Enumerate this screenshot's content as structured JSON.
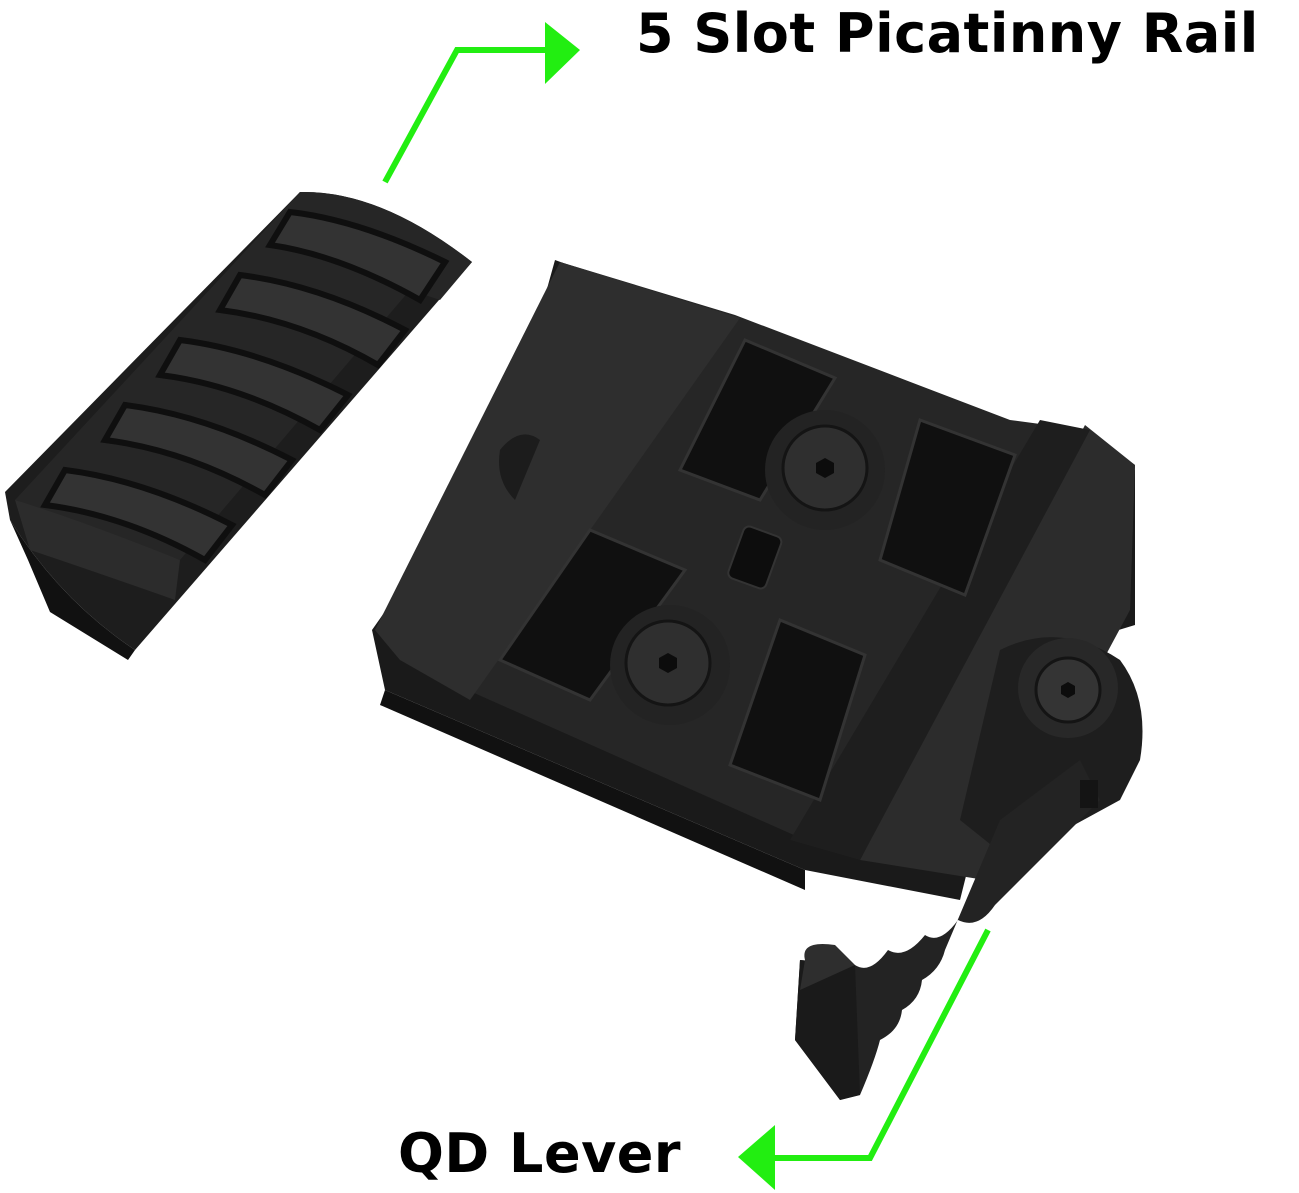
{
  "annotations": {
    "rail_label": "5 Slot Picatinny Rail",
    "lever_label": "QD Lever"
  },
  "product": {
    "rail_slot_count": 5,
    "parts": [
      "5 slot picatinny rail",
      "quick detach mount base",
      "QD lever"
    ]
  },
  "colors": {
    "arrow_green": "#22ee11",
    "part_black": "#2a2a2a",
    "part_shadow": "#151515",
    "part_highlight": "#3a3a3a",
    "background": "#ffffff",
    "text": "#000000"
  },
  "icons": {
    "rail_arrow": "arrow-right-icon",
    "lever_arrow": "arrow-left-icon",
    "screw": "hex-screw-icon"
  }
}
